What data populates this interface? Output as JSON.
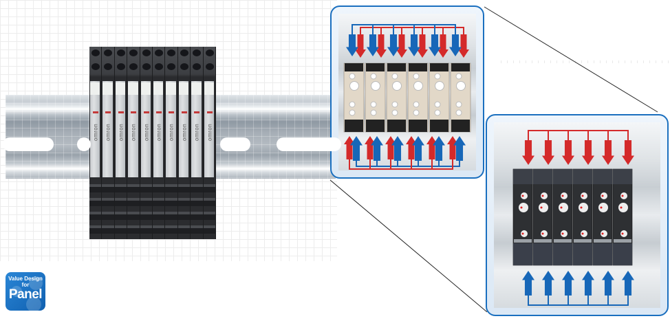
{
  "logo": {
    "line1": "Value Design",
    "line2": "for",
    "line3": "Panel"
  },
  "left_relay_stack": {
    "unit_count": 10,
    "brand_label": "omron"
  },
  "inset_top": {
    "unit_count": 6,
    "arrow_colors": {
      "red": "#d42a2a",
      "blue": "#1767b8"
    },
    "module_color": "#e2d8c8"
  },
  "inset_bottom": {
    "unit_count": 6,
    "arrow_colors": {
      "red": "#d42a2a",
      "blue": "#1767b8"
    },
    "module_color": "#2e3033"
  },
  "colors": {
    "frame_blue": "#1a6fbf",
    "leader_line": "#222222"
  }
}
